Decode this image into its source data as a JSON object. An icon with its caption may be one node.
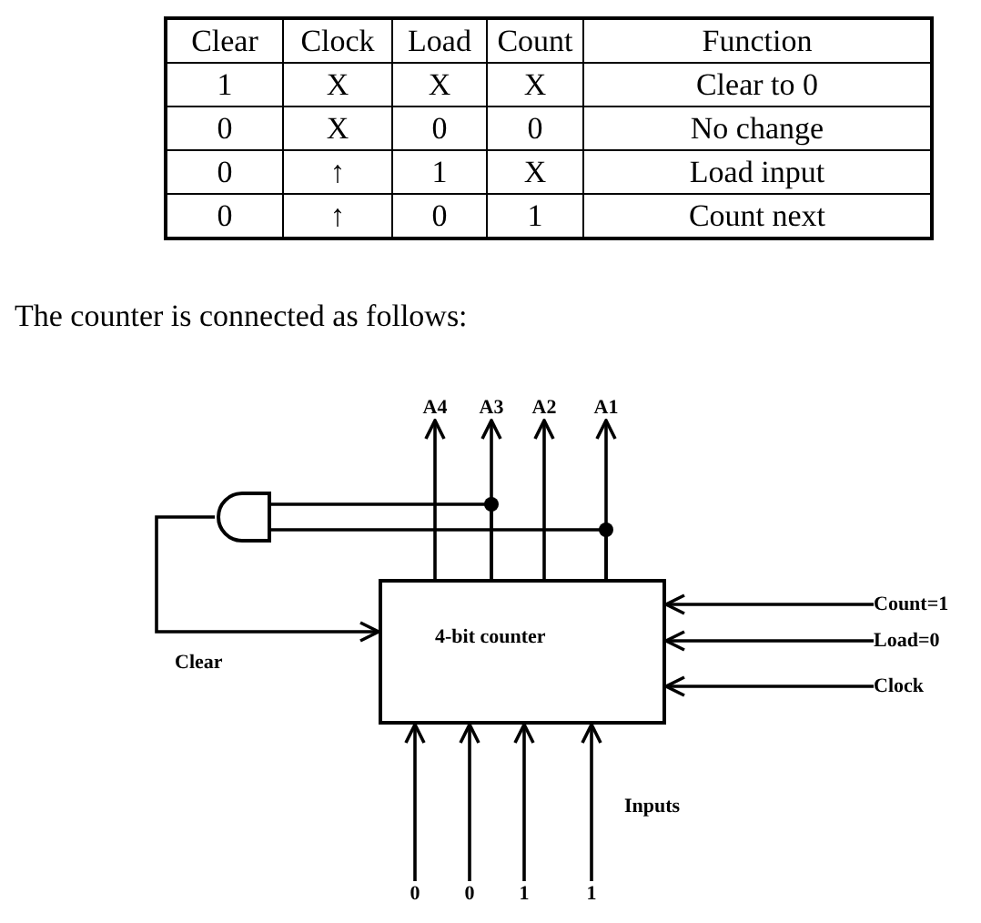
{
  "diagram": {
    "nodes": [
      {
        "text": [
          "A4"
        ]
      },
      {
        "text": [
          "A3"
        ]
      },
      {
        "text": [
          "A2"
        ]
      },
      {
        "text": [
          "A1"
        ]
      },
      {
        "text": [],
        "shape": "gate"
      },
      {
        "text": [
          "4-bit counter"
        ]
      },
      {
        "text": [
          "Count=1"
        ]
      },
      {
        "text": [
          "Load=0"
        ]
      },
      {
        "text": [
          "Clock"
        ]
      },
      {
        "text": [
          "0"
        ]
      },
      {
        "text": [
          "0"
        ]
      },
      {
        "text": [
          "1"
        ]
      },
      {
        "text": [
          "1"
        ]
      }
    ],
    "edges": [
      {
        "from": 5,
        "to": 0,
        "arrow": "to"
      },
      {
        "from": 5,
        "to": 1,
        "arrow": "to"
      },
      {
        "from": 5,
        "to": 2,
        "arrow": "to"
      },
      {
        "from": 5,
        "to": 3,
        "arrow": "to"
      },
      {
        "from": 5,
        "to": 4,
        "arrow": "none"
      },
      {
        "from": 5,
        "to": 4,
        "arrow": "none"
      },
      {
        "from": 4,
        "to": 5,
        "arrow": "to",
        "label": "Clear"
      },
      {
        "from": 6,
        "to": 5,
        "arrow": "to"
      },
      {
        "from": 7,
        "to": 5,
        "arrow": "to"
      },
      {
        "from": 8,
        "to": 5,
        "arrow": "to"
      },
      {
        "from": 9,
        "to": 5,
        "arrow": "to"
      },
      {
        "from": 10,
        "to": 5,
        "arrow": "to"
      },
      {
        "from": 11,
        "to": 5,
        "arrow": "to"
      },
      {
        "from": 12,
        "to": 5,
        "arrow": "to"
      }
    ],
    "labels": [
      "Clear",
      "Clock",
      "Load",
      "Count",
      "Function",
      "1",
      "X",
      "X",
      "X",
      "Clear to 0",
      "0",
      "X",
      "0",
      "0",
      "No change",
      "0",
      "↑",
      "1",
      "X",
      "Load input",
      "0",
      "↑",
      "0",
      "1",
      "Count next",
      "The counter is connected as follows:",
      "Inputs"
    ]
  }
}
